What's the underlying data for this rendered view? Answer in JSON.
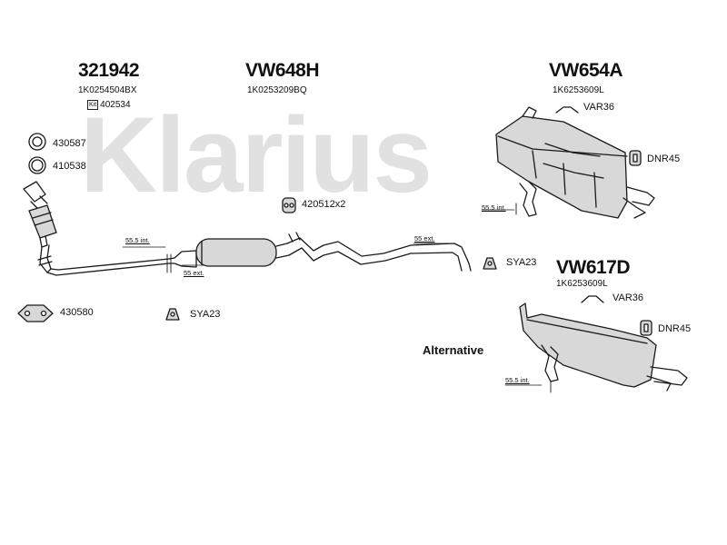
{
  "watermark": "Klarius",
  "colors": {
    "line": "#1a1a1a",
    "watermark": "#e1e1e1",
    "part_fill": "#d8d8d8"
  },
  "groups": [
    {
      "code": "321942",
      "part_no": "1K0254504BX",
      "kit_no": "402534",
      "kit_label": "Kit"
    },
    {
      "code": "VW648H",
      "part_no": "1K0253209BQ"
    },
    {
      "code": "VW654A",
      "part_no": "1K6253609L"
    },
    {
      "code": "VW617D",
      "part_no": "1K6253609L"
    }
  ],
  "accessories": [
    {
      "code": "430587",
      "icon": "gasket-ring-icon"
    },
    {
      "code": "410538",
      "icon": "clamp-ring-icon"
    },
    {
      "code": "420512x2",
      "icon": "rubber-hanger-icon"
    },
    {
      "code": "VAR36",
      "icon": "bracket-icon"
    },
    {
      "code": "DNR45",
      "icon": "mount-rubber-icon"
    },
    {
      "code": "SYA23",
      "icon": "hanger-icon"
    },
    {
      "code": "430580",
      "icon": "flange-gasket-icon"
    },
    {
      "code": "SYA23",
      "icon": "hanger-icon"
    },
    {
      "code": "VAR36",
      "icon": "bracket-icon"
    },
    {
      "code": "DNR45",
      "icon": "mount-rubber-icon"
    }
  ],
  "dimensions": [
    "55.5 int.",
    "55 ext.",
    "55 ext.",
    "55.5 int.",
    "55.5 int."
  ],
  "alternative_label": "Alternative"
}
